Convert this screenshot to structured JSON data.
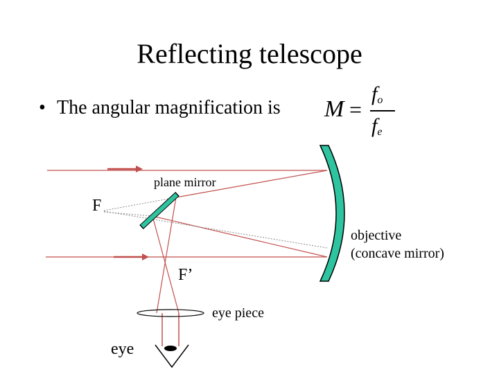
{
  "title": "Reflecting telescope",
  "bullet": {
    "symbol": "•",
    "text": "The angular magnification is"
  },
  "formula": {
    "lhs": "M",
    "equals": "=",
    "numerator_symbol": "f",
    "numerator_sub": "o",
    "denominator_symbol": "f",
    "denominator_sub": "e"
  },
  "labels": {
    "plane_mirror": "plane mirror",
    "focus": "F",
    "focus_prime": "F’",
    "objective_line1": "objective",
    "objective_line2": "(concave mirror)",
    "eye_piece": "eye piece",
    "eye": "eye"
  },
  "colors": {
    "ray": "#c0504d",
    "arrow": "#c0504d",
    "mirror_fill": "#2ec4a0",
    "mirror_stroke": "#000000",
    "dotted_line": "#888888"
  }
}
